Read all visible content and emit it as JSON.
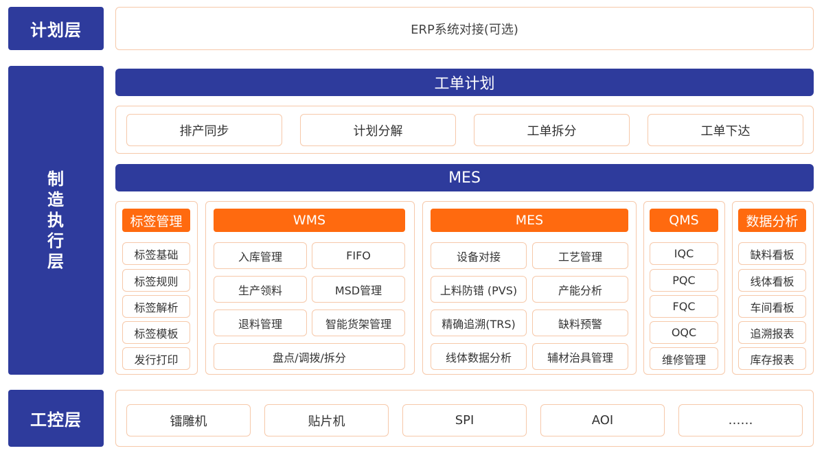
{
  "layers": {
    "planning": {
      "label": "计划层",
      "erp": "ERP系统对接(可选)"
    },
    "execution": {
      "label_chars": [
        "制",
        "造",
        "执",
        "行",
        "层"
      ],
      "work_order_plan": {
        "title": "工单计划",
        "items": [
          "排产同步",
          "计划分解",
          "工单拆分",
          "工单下达"
        ]
      },
      "mes_title": "MES",
      "modules": {
        "label_mgmt": {
          "title": "标签管理",
          "items": [
            "标签基础",
            "标签规则",
            "标签解析",
            "标签模板",
            "发行打印"
          ]
        },
        "wms": {
          "title": "WMS",
          "items": [
            "入库管理",
            "FIFO",
            "生产领料",
            "MSD管理",
            "退料管理",
            "智能货架管理",
            "盘点/调拨/拆分"
          ]
        },
        "mes": {
          "title": "MES",
          "items": [
            "设备对接",
            "工艺管理",
            "上料防错 (PVS)",
            "产能分析",
            "精确追溯(TRS)",
            "缺料预警",
            "线体数据分析",
            "辅材治具管理"
          ]
        },
        "qms": {
          "title": "QMS",
          "items": [
            "IQC",
            "PQC",
            "FQC",
            "OQC",
            "维修管理"
          ]
        },
        "data_analysis": {
          "title": "数据分析",
          "items": [
            "缺料看板",
            "线体看板",
            "车间看板",
            "追溯报表",
            "库存报表"
          ]
        }
      }
    },
    "control": {
      "label": "工控层",
      "items": [
        "镭雕机",
        "贴片机",
        "SPI",
        "AOI",
        "……"
      ]
    }
  },
  "colors": {
    "navy": "#2e3b9c",
    "orange": "#ff6a0f",
    "border": "#f6c8a9"
  }
}
